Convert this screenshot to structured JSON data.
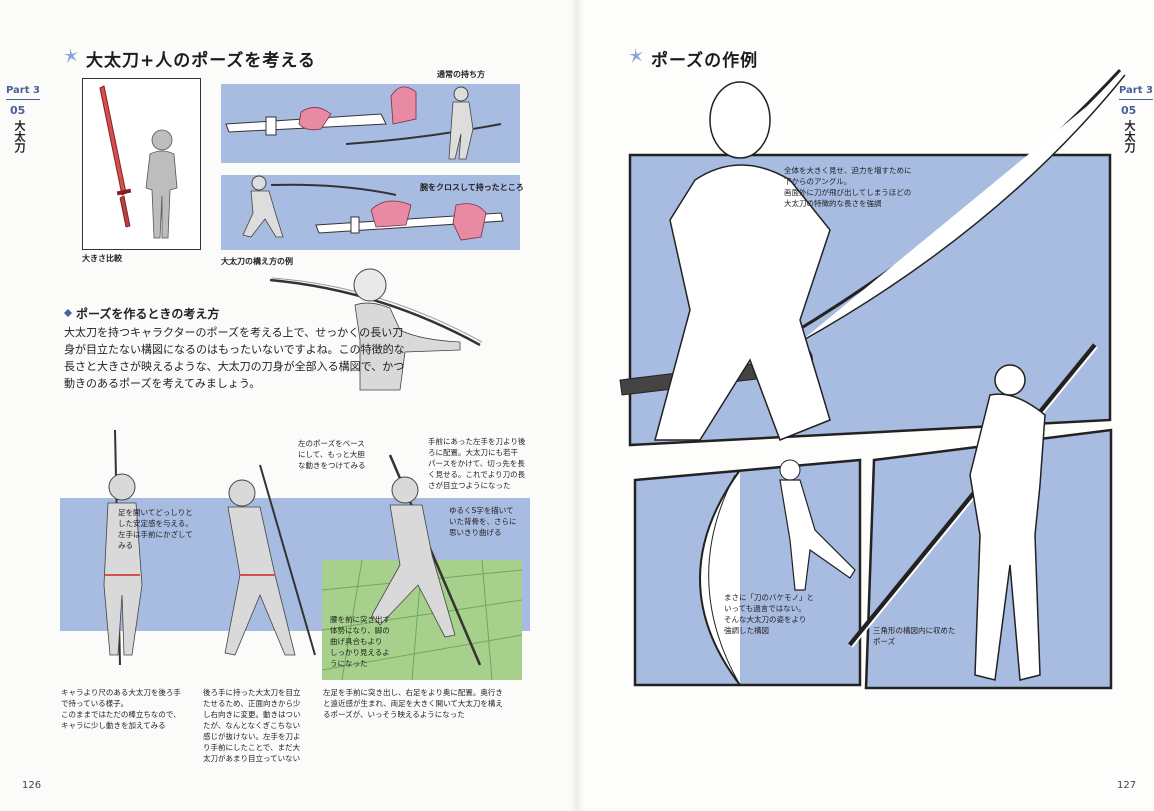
{
  "left_page": {
    "part_label": "Part 3",
    "part_num": "05",
    "part_title": "大太刀",
    "header": "大太刀+人のポーズを考える",
    "captions": {
      "size_compare": "大きさ比較",
      "holding_example": "大太刀の構え方の例",
      "normal_grip": "通常の持ち方",
      "crossed_grip": "腕をクロスして持ったところ"
    },
    "subheading": "ポーズを作るときの考え方",
    "body_lines": [
      "大太刀を持つキャラクターのポーズを考える上で、せっかくの長い刀",
      "身が目立たない構図になるのはもったいないですよね。この特徴的な",
      "長さと大きさが映えるような、大太刀の刀身が全部入る構図で、かつ",
      "動きのあるポーズを考えてみましょう。"
    ],
    "notes": {
      "n1": [
        "足を開いてどっしりと",
        "した安定感を与える。",
        "左手は手前にかざして",
        "みる"
      ],
      "n2": [
        "左のポーズをベース",
        "にして、もっと大胆",
        "な動きをつけてみる"
      ],
      "n3": [
        "手前にあった左手を刀より後",
        "ろに配置。大太刀にも若干",
        "パースをかけて、切っ先を長",
        "く見せる。これでより刀の長",
        "さが目立つようになった"
      ],
      "n4": [
        "ゆるくS字を描いて",
        "いた背骨を、さらに",
        "思いきり曲げる"
      ],
      "n5": [
        "腰を前に突き出す",
        "体勢になり、脚の",
        "曲げ具合もより",
        "しっかり見えるよ",
        "うになった"
      ],
      "b1": [
        "キャラより尺のある大太刀を後ろ手",
        "で持っている様子。",
        "このままではただの棒立ちなので、",
        "キャラに少し動きを加えてみる"
      ],
      "b2": [
        "後ろ手に持った大太刀を目立",
        "たせるため、正面向きから少",
        "し右向きに変更。動きはつい",
        "たが、なんとなくぎこちない",
        "感じが抜けない。左手を刀よ",
        "り手前にしたことで、まだ大",
        "太刀があまり目立っていない"
      ],
      "b3": [
        "左足を手前に突き出し、右足をより奥に配置。奥行き",
        "と遠近感が生まれ、両足を大きく開いて大太刀を構え",
        "るポーズが、いっそう映えるようになった"
      ]
    },
    "page_number": "126"
  },
  "right_page": {
    "part_label": "Part 3",
    "part_num": "05",
    "part_title": "大太刀",
    "header": "ポーズの作例",
    "notes": {
      "n1": [
        "全体を大きく見せ、迫力を増すために",
        "下からのアングル。",
        "画面外に刀が飛び出してしまうほどの",
        "大太刀の特徴的な長さを強調"
      ],
      "n2": [
        "まさに「刀のバケモノ」と",
        "いっても過言ではない。",
        "そんな大太刀の姿をより",
        "強調した構図"
      ],
      "n3": [
        "三角形の構図内に収めた",
        "ポーズ"
      ]
    },
    "page_number": "127"
  },
  "colors": {
    "panel_blue": "#a8bbe0",
    "accent_blue": "#4b5f99",
    "blade_red": "#c0392b",
    "grid_green": "#a6d08c"
  }
}
